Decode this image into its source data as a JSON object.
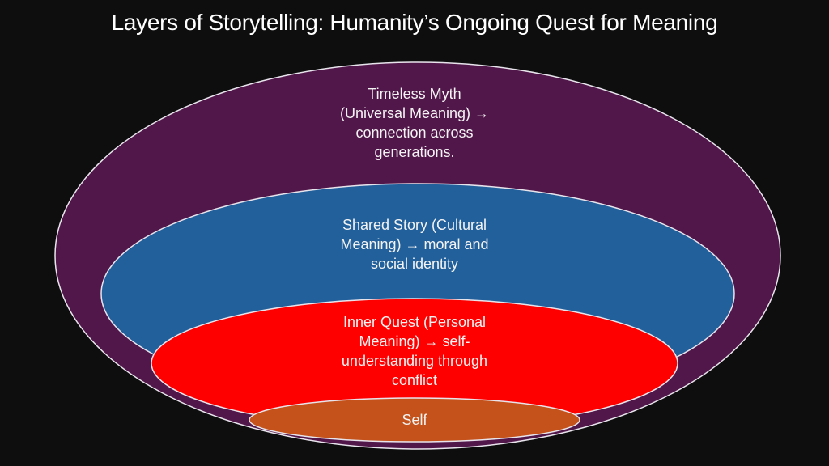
{
  "title": "Layers of Storytelling: Humanity’s Ongoing Quest for Meaning",
  "colors": {
    "background": "#0e0e0e",
    "outer_layer": "#52174a",
    "middle_layer": "#22609c",
    "inner_layer": "#ff0000",
    "core_layer": "#c4521a",
    "outline": "#e8e4ec"
  },
  "layers": [
    {
      "name": "Timeless Myth",
      "lines": [
        "Timeless Myth",
        "(Universal Meaning) →",
        "connection across",
        "generations."
      ]
    },
    {
      "name": "Shared Story",
      "lines": [
        "Shared Story (Cultural",
        "Meaning) → moral and",
        "social identity"
      ]
    },
    {
      "name": "Inner Quest",
      "lines": [
        "Inner Quest (Personal",
        "Meaning) → self-",
        "understanding through",
        "conflict"
      ]
    },
    {
      "name": "Self",
      "lines": [
        "Self"
      ]
    }
  ]
}
